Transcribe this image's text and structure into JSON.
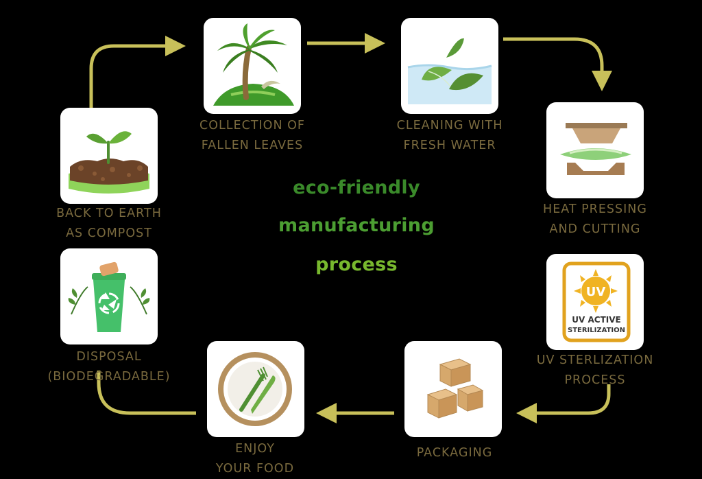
{
  "title": {
    "line1": "eco-friendly",
    "line2": "manufacturing",
    "line3": "process"
  },
  "colors": {
    "background": "#000000",
    "arrow": "#c8c05a",
    "label": "#7a6a3e",
    "title_line1": "#3a8a2a",
    "title_line2": "#4c9e32",
    "title_line3": "#78b82e"
  },
  "steps": [
    {
      "icon": "palm-tree-island-icon",
      "line1": "COLLECTION OF",
      "line2": "FALLEN LEAVES"
    },
    {
      "icon": "leaves-in-water-icon",
      "line1": "CLEANING WITH",
      "line2": "FRESH WATER"
    },
    {
      "icon": "heat-press-icon",
      "line1": "HEAT PRESSING",
      "line2": "AND CUTTING"
    },
    {
      "icon": "uv-badge-icon",
      "line1": "UV STERLIZATION",
      "line2": "PROCESS",
      "badge_top": "UV",
      "badge_line1": "UV ACTIVE",
      "badge_line2": "STERILIZATION"
    },
    {
      "icon": "boxes-icon",
      "line1": "PACKAGING",
      "line2": ""
    },
    {
      "icon": "plate-fork-knife-icon",
      "line1": "ENJOY",
      "line2": "YOUR FOOD"
    },
    {
      "icon": "recycle-bin-icon",
      "line1": "DISPOSAL",
      "line2": "(BIODEGRADABLE)"
    },
    {
      "icon": "sprout-soil-icon",
      "line1": "BACK TO EARTH",
      "line2": "AS COMPOST"
    }
  ]
}
